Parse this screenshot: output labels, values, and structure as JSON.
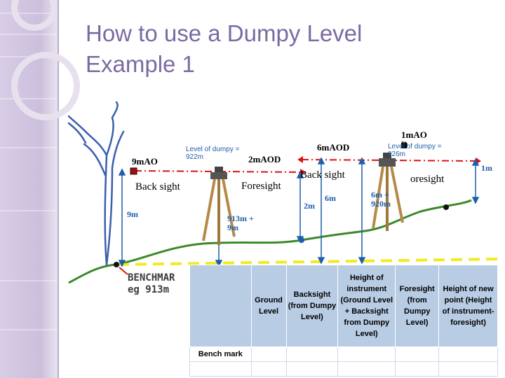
{
  "title": {
    "line1": "How to use a Dumpy Level",
    "line2": "Example 1"
  },
  "diagram": {
    "left_level_label": "9mAO",
    "level_of_dumpy_1": "Level of dumpy = 922m",
    "middle_level_label": "2mAOD",
    "back_sight_left": "Back sight",
    "foresight_left": "Foresight",
    "height_9m": "9m",
    "height_913m": "913m + 9m",
    "top_level_label": "6mAOD",
    "back_sight_right": "Back sight",
    "height_2m": "2m",
    "height_6m": "6m",
    "far_level_label": "1mAO D",
    "level_of_dumpy_2": "Level of dumpy = 926m",
    "foresight_right": "oresight",
    "height_6m_920m": "6m + 920m",
    "height_1m": "1m",
    "benchmark_label": "BENCHMAR",
    "benchmark_value": "eg 913m"
  },
  "table": {
    "headers": [
      "",
      "Ground Level",
      "Backsight (from Dumpy Level)",
      "Height of instrument (Ground Level + Backsight from Dumpy Level)",
      "Foresight (from Dumpy Level)",
      "Height of new point (Height of instrument- foresight)"
    ],
    "rows": [
      [
        "Bench mark",
        "",
        "",
        "",
        "",
        ""
      ],
      [
        "",
        "",
        "",
        "",
        "",
        ""
      ]
    ]
  },
  "colors": {
    "title": "#7a6aa3",
    "band": "#cbbfdc",
    "ground": "#3a8a2a",
    "sight_line": "#dd1111",
    "datum_line": "#f2ea22",
    "blue_text": "#1f5faa",
    "table_header": "#b8cce4"
  }
}
